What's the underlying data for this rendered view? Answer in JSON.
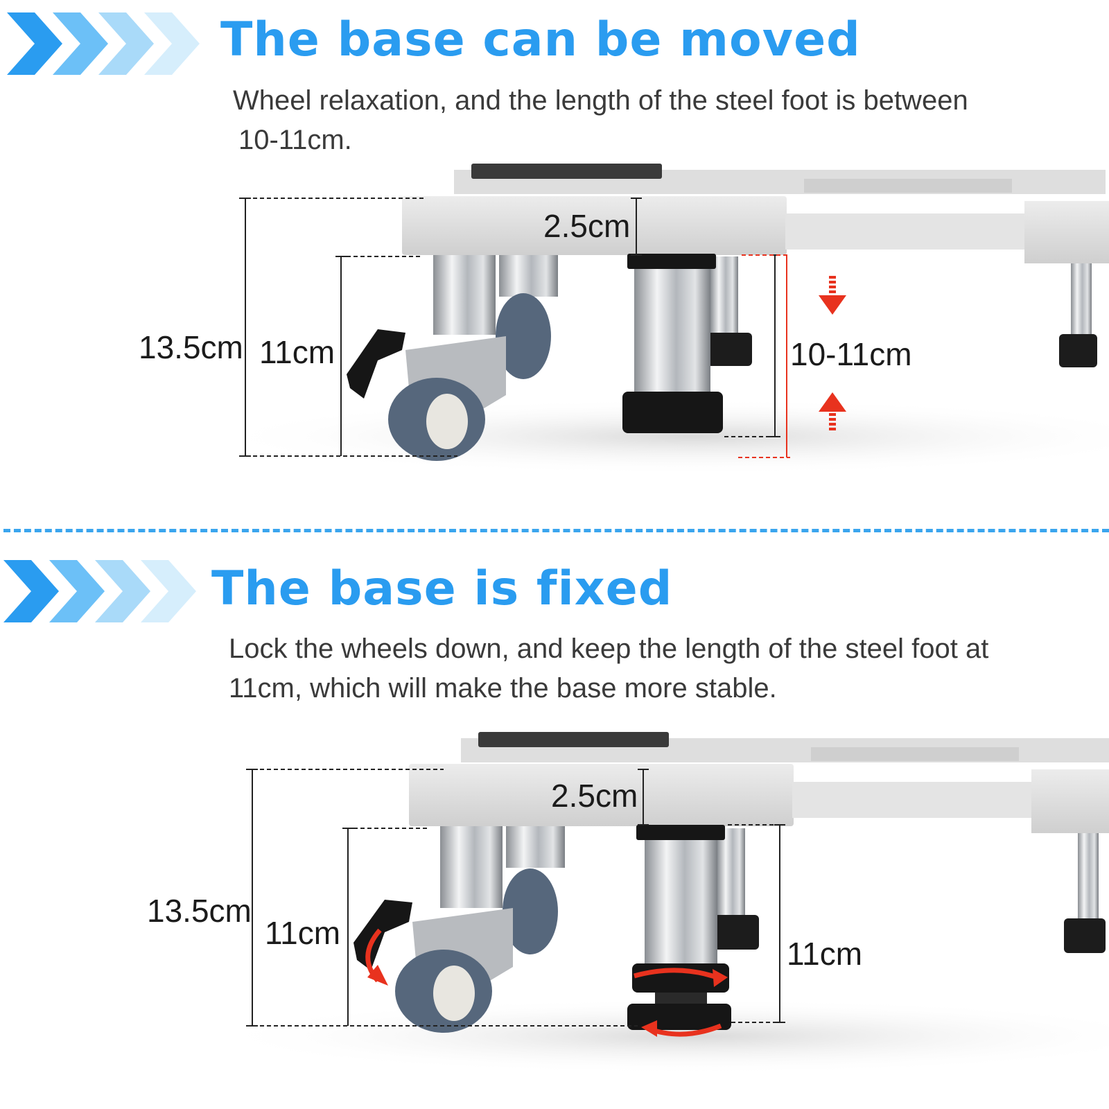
{
  "colors": {
    "accent_blue": "#2a9cf0",
    "chevron_shades": [
      "#2a9cf0",
      "#6cc0f7",
      "#a9daf9",
      "#d6eefc"
    ],
    "divider_blue": "#3aa5ee",
    "arrow_red": "#e8321e",
    "text_dark": "#3a3a3a",
    "frame_gray": "#d9d9d9",
    "leg_black": "#161616",
    "wheel_blue_gray": "#56677c"
  },
  "sections": [
    {
      "heading": "The base can be moved",
      "description_lines": [
        "Wheel relaxation, and the length of the steel foot is between",
        "10-11cm."
      ],
      "labels": {
        "total_height": "13.5cm",
        "frame": "2.5cm",
        "wheel_height": "11cm",
        "foot_height": "10-11cm"
      },
      "icons": [
        "chevron-right-icon",
        "arrow-down-icon",
        "arrow-up-icon"
      ]
    },
    {
      "heading": "The base is fixed",
      "description_lines": [
        "Lock the wheels down, and keep the length of the steel foot at",
        "11cm, which will make the base more stable."
      ],
      "labels": {
        "total_height": "13.5cm",
        "frame": "2.5cm",
        "wheel_height": "11cm",
        "foot_height": "11cm"
      },
      "icons": [
        "chevron-right-icon",
        "lock-rotate-arrow-icon",
        "twist-arrow-icon"
      ]
    }
  ]
}
